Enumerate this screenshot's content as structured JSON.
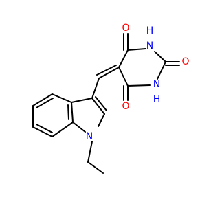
{
  "colors": {
    "bond": "#000000",
    "oxygen": "#ff0000",
    "nitrogen": "#0000ff",
    "background": "#ffffff"
  },
  "atoms": {
    "o_top": "O",
    "o_right": "O",
    "o_bottom": "O",
    "nh_top": "H",
    "nh_top_n": "N",
    "nh_bottom": "H",
    "nh_bottom_n": "N",
    "n_indole": "N"
  }
}
